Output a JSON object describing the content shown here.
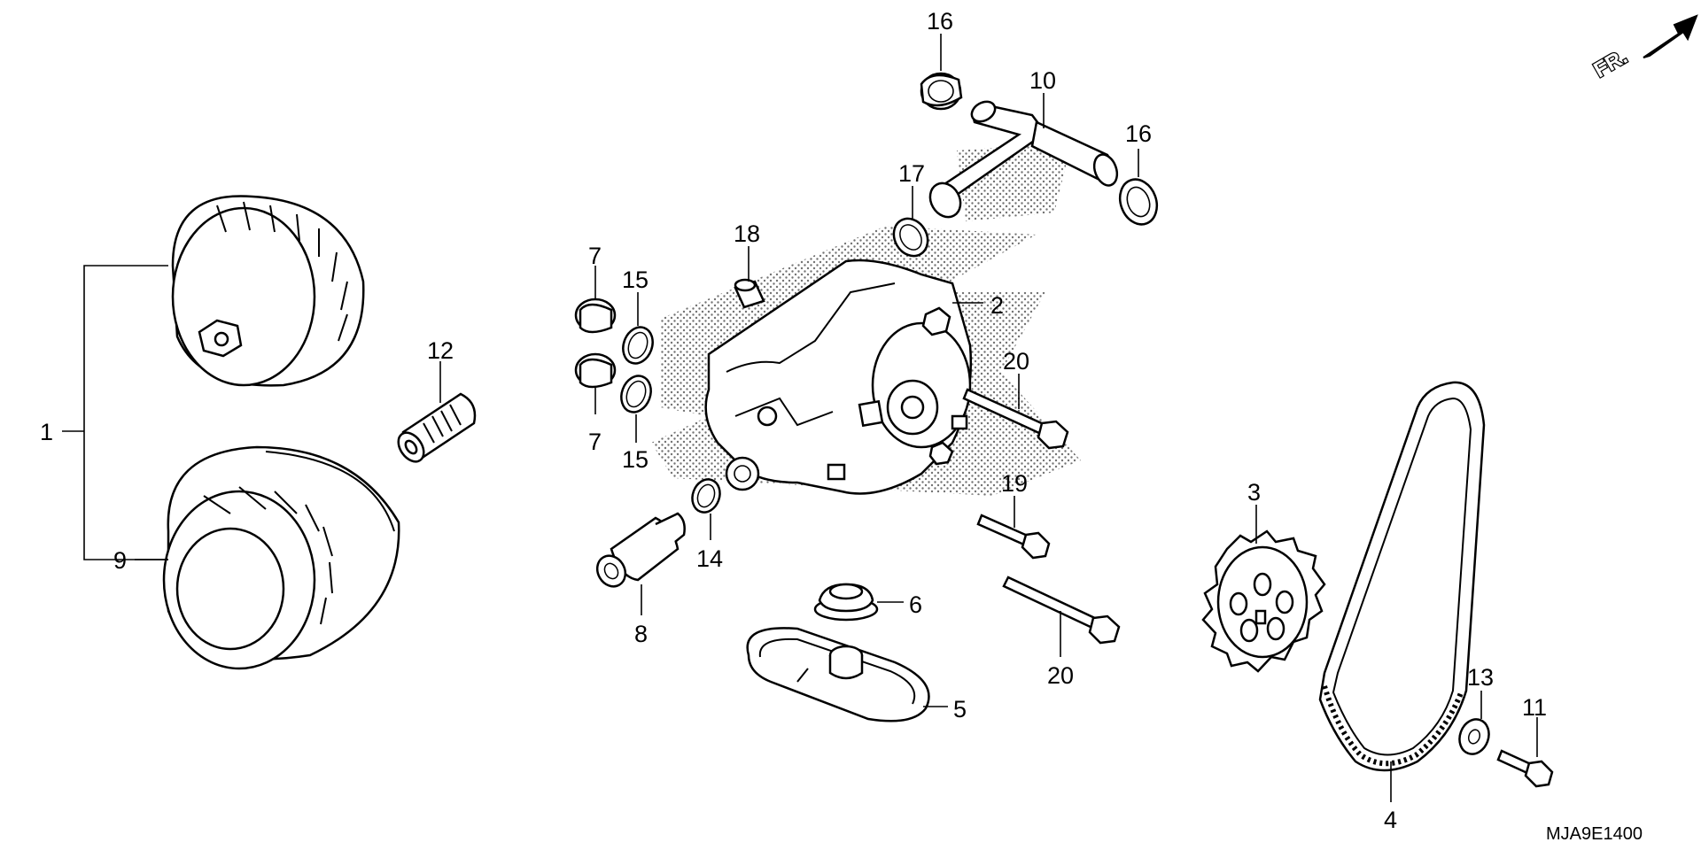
{
  "diagram_code": "MJA9E1400",
  "direction_label": "FR.",
  "callouts": {
    "c1": "1",
    "c2": "2",
    "c3": "3",
    "c4": "4",
    "c5": "5",
    "c6": "6",
    "c7a": "7",
    "c7b": "7",
    "c8": "8",
    "c9": "9",
    "c10": "10",
    "c11": "11",
    "c12": "12",
    "c13": "13",
    "c14": "14",
    "c15a": "15",
    "c15b": "15",
    "c16a": "16",
    "c16b": "16",
    "c17": "17",
    "c18": "18",
    "c19": "19",
    "c20a": "20",
    "c20b": "20"
  }
}
